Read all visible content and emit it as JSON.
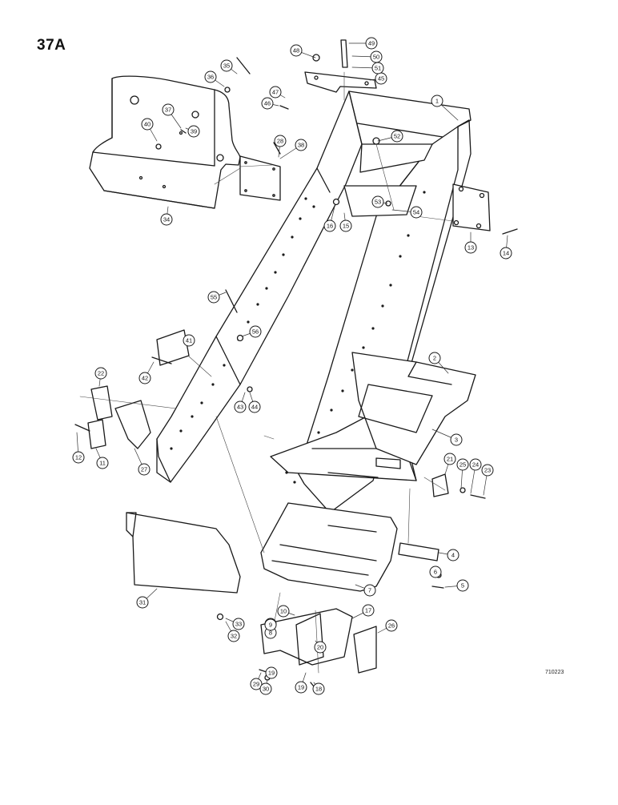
{
  "figure": {
    "label": "37A",
    "code": "710223"
  },
  "callouts": [
    {
      "n": "1"
    },
    {
      "n": "2"
    },
    {
      "n": "3"
    },
    {
      "n": "4"
    },
    {
      "n": "5"
    },
    {
      "n": "6"
    },
    {
      "n": "7"
    },
    {
      "n": "8"
    },
    {
      "n": "9"
    },
    {
      "n": "10"
    },
    {
      "n": "11"
    },
    {
      "n": "12"
    },
    {
      "n": "13"
    },
    {
      "n": "14"
    },
    {
      "n": "15"
    },
    {
      "n": "16"
    },
    {
      "n": "17"
    },
    {
      "n": "18"
    },
    {
      "n": "19"
    },
    {
      "n": "20"
    },
    {
      "n": "21"
    },
    {
      "n": "22"
    },
    {
      "n": "23"
    },
    {
      "n": "24"
    },
    {
      "n": "25"
    },
    {
      "n": "26"
    },
    {
      "n": "27"
    },
    {
      "n": "28"
    },
    {
      "n": "29"
    },
    {
      "n": "30"
    },
    {
      "n": "31"
    },
    {
      "n": "32"
    },
    {
      "n": "33"
    },
    {
      "n": "34"
    },
    {
      "n": "35"
    },
    {
      "n": "36"
    },
    {
      "n": "37"
    },
    {
      "n": "38"
    },
    {
      "n": "39"
    },
    {
      "n": "40"
    },
    {
      "n": "41"
    },
    {
      "n": "42"
    },
    {
      "n": "43"
    },
    {
      "n": "44"
    },
    {
      "n": "45"
    },
    {
      "n": "46"
    },
    {
      "n": "47"
    },
    {
      "n": "48"
    },
    {
      "n": "49"
    },
    {
      "n": "50"
    },
    {
      "n": "51"
    },
    {
      "n": "52"
    },
    {
      "n": "53"
    },
    {
      "n": "54"
    },
    {
      "n": "55"
    },
    {
      "n": "56"
    },
    {
      "n": "33"
    },
    {
      "n": "19"
    },
    {
      "n": "9"
    },
    {
      "n": "8"
    },
    {
      "n": "28"
    },
    {
      "n": "29"
    },
    {
      "n": "32"
    },
    {
      "n": "12"
    },
    {
      "n": "13"
    },
    {
      "n": "14"
    }
  ]
}
